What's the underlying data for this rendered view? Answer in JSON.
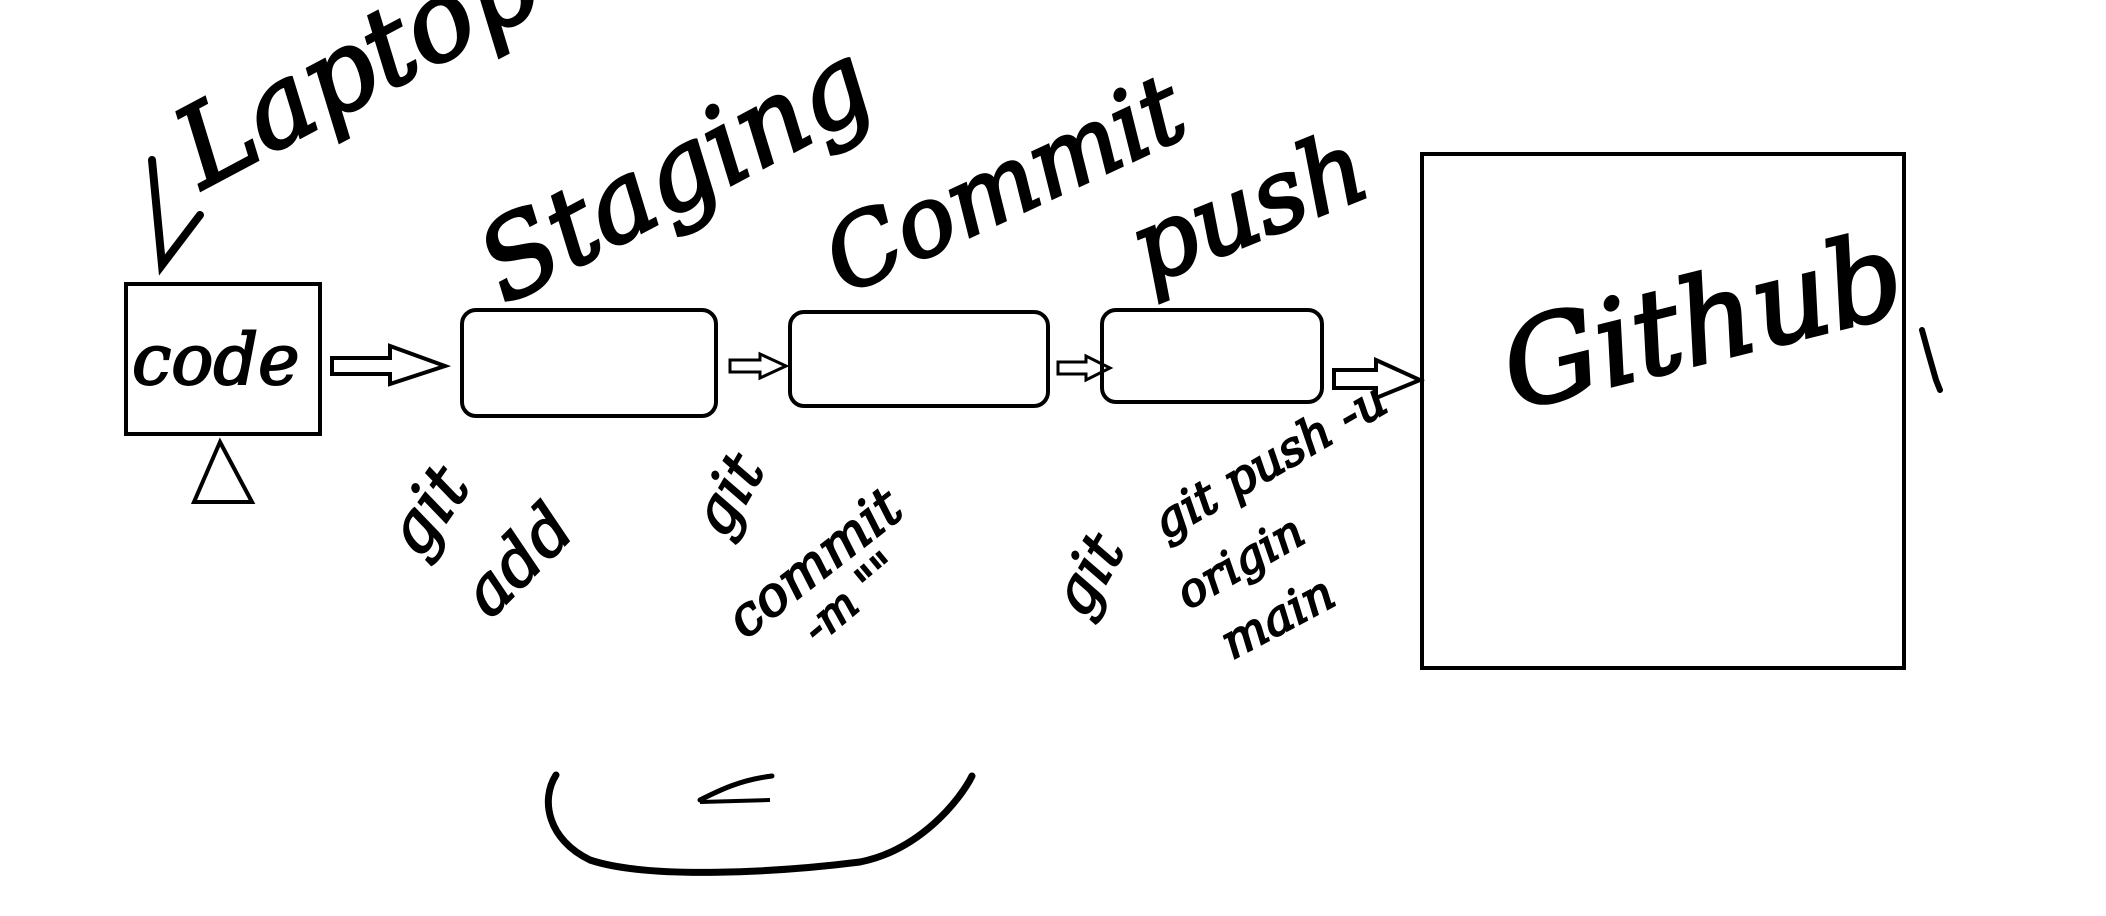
{
  "diagram": {
    "labels": {
      "laptop": "Laptop",
      "code": "code",
      "staging": "Staging",
      "commit": "Commit",
      "push": "push",
      "github": "Github"
    },
    "commands": {
      "git_add_line1": "git",
      "git_add_line2": "add",
      "git_commit_line1": "git",
      "git_commit_line2": "commit",
      "git_commit_line3": "-m \"\"",
      "git_push_line1": "git push -u",
      "git_push_line2": "origin",
      "git_push_line3": "main",
      "git_push_prefix": "git"
    },
    "colors": {
      "ink": "#000000",
      "background": "#ffffff"
    }
  }
}
